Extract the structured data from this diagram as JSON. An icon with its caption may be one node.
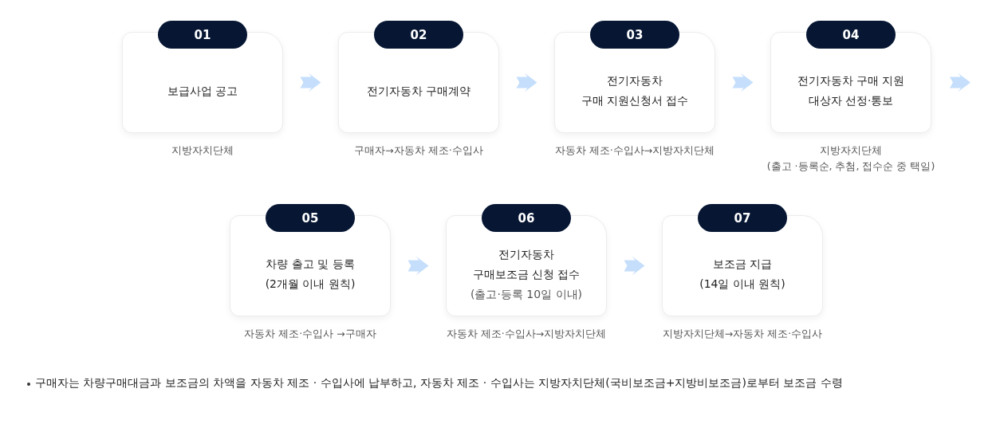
{
  "diagram": {
    "nodes": [
      {
        "text": [
          "01",
          "보급사업 공고"
        ],
        "beside": [
          "지방자치단체"
        ]
      },
      {
        "text": [
          "02",
          "전기자동차 구매계약"
        ],
        "beside": [
          "구매자→자동차 제조·수입사"
        ]
      },
      {
        "text": [
          "03",
          "전기자동차",
          "구매 지원신청서 접수"
        ],
        "beside": [
          "자동차 제조·수입사→지방자치단체"
        ]
      },
      {
        "text": [
          "04",
          "전기자동차 구매 지원",
          "대상자 선정·통보"
        ],
        "beside": [
          "지방자치단체",
          "(출고 ·등록순, 추첨, 접수순 중 택일)"
        ]
      },
      {
        "text": [
          "05",
          "차량 출고 및 등록",
          "(2개월 이내 원칙)"
        ],
        "beside": [
          "자동차 제조·수입사 →구매자"
        ]
      },
      {
        "text": [
          "06",
          "전기자동차",
          "구매보조금 신청 접수",
          "(출고·등록 10일 이내)"
        ],
        "beside": [
          "자동차 제조·수입사→지방자치단체"
        ]
      },
      {
        "text": [
          "07",
          "보조금 지급",
          "(14일 이내 원칙)"
        ],
        "beside": [
          "지방자치단체→자동차 제조·수입사"
        ]
      }
    ],
    "edges": [
      {
        "from": 0,
        "to": 1,
        "arrow": "to"
      },
      {
        "from": 1,
        "to": 2,
        "arrow": "to"
      },
      {
        "from": 2,
        "to": 3,
        "arrow": "to"
      },
      {
        "from": 3,
        "to": null,
        "arrow": "to"
      },
      {
        "from": 4,
        "to": 5,
        "arrow": "to"
      },
      {
        "from": 5,
        "to": 6,
        "arrow": "to"
      }
    ],
    "labels": [
      "구매자는 차량구매대금과 보조금의 차액을 자동차 제조 · 수입사에 납부하고, 자동차 제조 · 수입사는 지방자치단체(국비보조금+지방비보조금)로부터 보조금 수령"
    ]
  }
}
